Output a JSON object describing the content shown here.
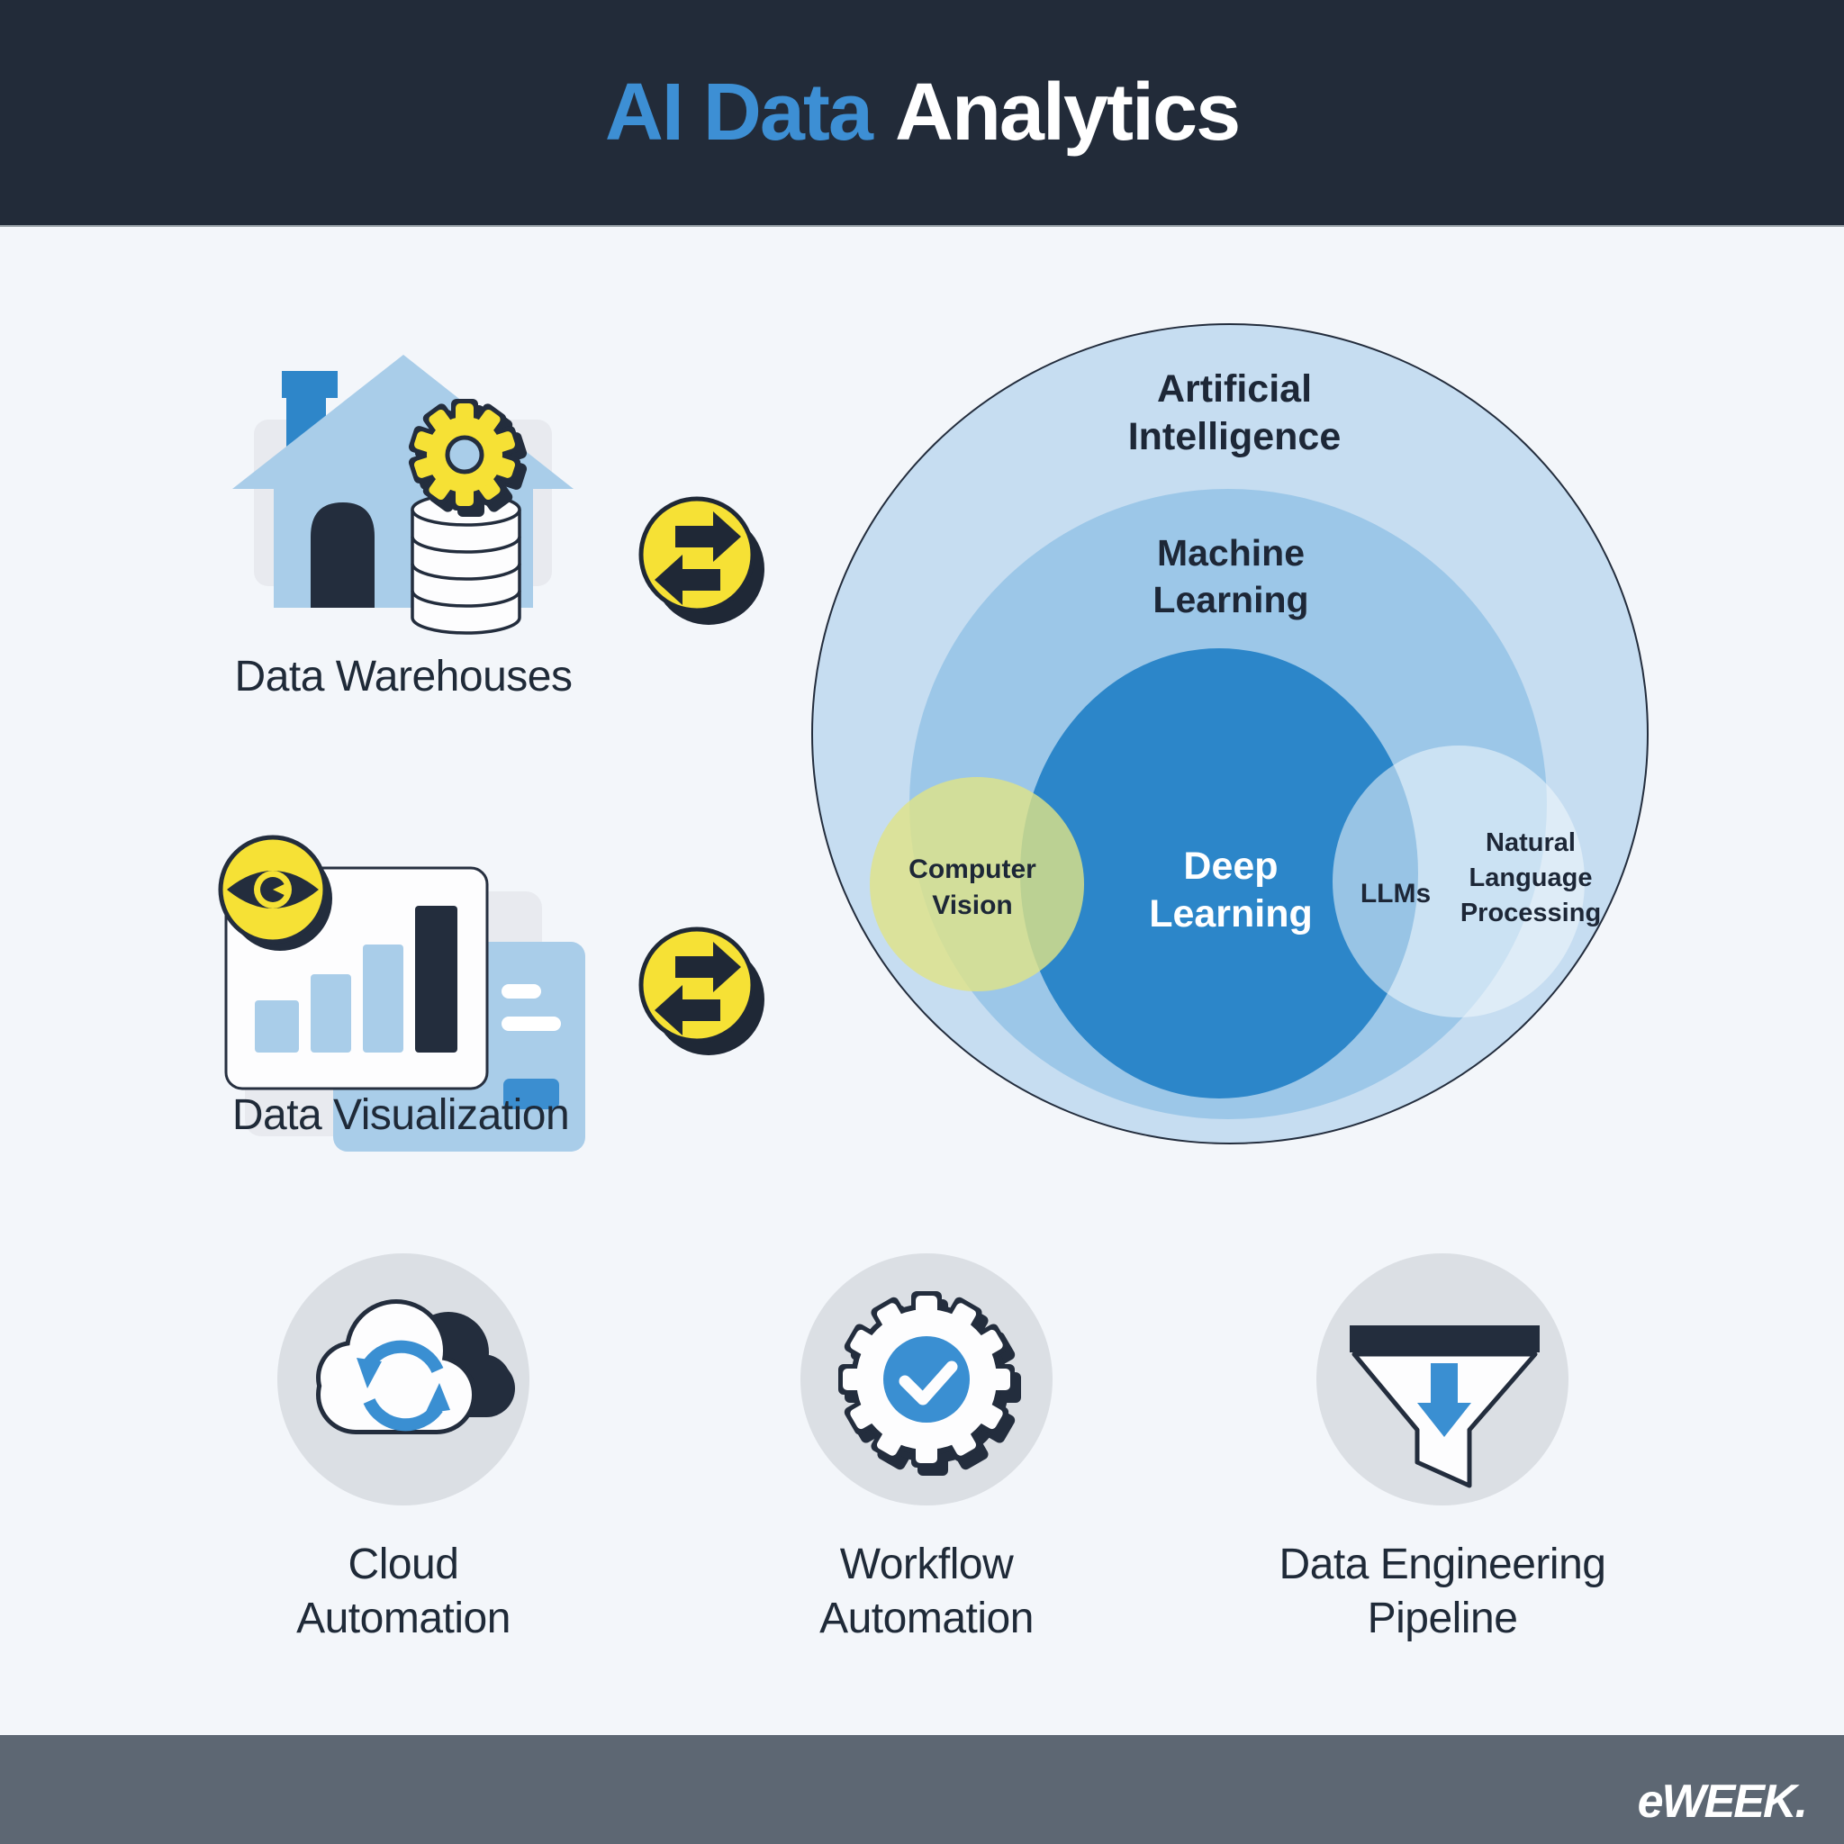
{
  "palette": {
    "header_bg": "#222b39",
    "page_bg": "#f3f6fa",
    "accent_blue": "#2e86c9",
    "title_blue": "#3d8fd4",
    "light_blue": "#a9cde9",
    "pale_blue": "#c6ddf1",
    "mid_blue": "#9cc7e8",
    "yellow": "#f6e135",
    "dark_navy": "#232d3d",
    "gray_card": "#e8eaef",
    "gray_circle": "#dbdfe4",
    "footer_bg": "#5d6773"
  },
  "header": {
    "title_accent": "AI Data",
    "title_rest": "Analytics"
  },
  "features": {
    "data_warehouses": {
      "label": "Data Warehouses",
      "icon": "warehouse-database-icon"
    },
    "data_visualization": {
      "label": "Data Visualization",
      "icon": "bar-chart-eye-icon"
    },
    "cloud_automation": {
      "line1": "Cloud",
      "line2": "Automation",
      "icon": "cloud-sync-icon"
    },
    "workflow_automation": {
      "line1": "Workflow",
      "line2": "Automation",
      "icon": "gear-check-icon"
    },
    "data_engineering_pipeline": {
      "line1": "Data Engineering",
      "line2": "Pipeline",
      "icon": "funnel-arrow-icon"
    }
  },
  "connectors": {
    "icon": "data-transfer-arrows-icon",
    "count": 2
  },
  "venn": {
    "artificial_intelligence": {
      "line1": "Artificial",
      "line2": "Intelligence",
      "fill": "#c6ddf1"
    },
    "machine_learning": {
      "line1": "Machine",
      "line2": "Learning",
      "fill": "#9cc7e8"
    },
    "deep_learning": {
      "line1": "Deep",
      "line2": "Learning",
      "fill": "#2c86c9"
    },
    "computer_vision": {
      "line1": "Computer",
      "line2": "Vision",
      "fill": "#e0e486"
    },
    "llms": {
      "label": "LLMs"
    },
    "natural_language_processing": {
      "line1": "Natural",
      "line2": "Language",
      "line3": "Processing",
      "fill": "#f3f7fc"
    }
  },
  "footer": {
    "brand": "eWEEK."
  }
}
